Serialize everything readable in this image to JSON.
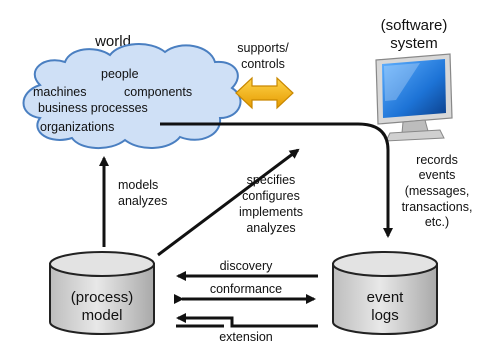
{
  "world": {
    "title": "world",
    "cloud_lines": [
      "people",
      "machines",
      "components",
      "business processes",
      "organizations"
    ]
  },
  "system": {
    "title_line1": "(software)",
    "title_line2": "system"
  },
  "supports": {
    "line1": "supports/",
    "line2": "controls",
    "arrow_color": "#f5b400"
  },
  "records": {
    "lines": [
      "records",
      "events",
      "(messages,",
      "transactions,",
      "etc.)"
    ]
  },
  "models": {
    "line1": "models",
    "line2": "analyzes"
  },
  "specifies": {
    "lines": [
      "specifies",
      "configures",
      "implements",
      "analyzes"
    ]
  },
  "process_model": {
    "line1": "(process)",
    "line2": "model"
  },
  "event_logs": {
    "line1": "event",
    "line2": "logs"
  },
  "relations": {
    "discovery": "discovery",
    "conformance": "conformance",
    "extension": "extension"
  },
  "colors": {
    "cloud_fill": "#cfe0f6",
    "cloud_stroke": "#4a7fc1",
    "cylinder_fill": "#d9d9d9",
    "monitor_screen": "#1d73d6"
  }
}
